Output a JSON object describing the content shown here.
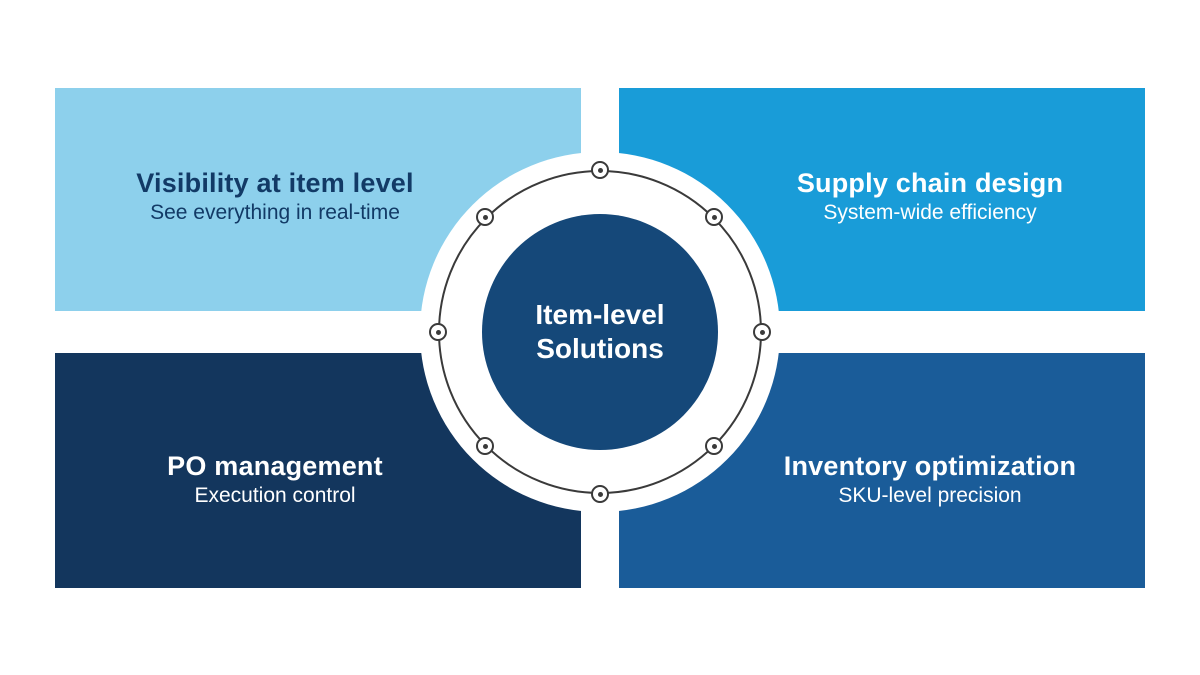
{
  "center": {
    "label_line1": "Item-level",
    "label_line2": "Solutions"
  },
  "quadrants": {
    "top_left": {
      "title": "Visibility at item level",
      "subtitle": "See everything in real-time"
    },
    "top_right": {
      "title": "Supply chain design",
      "subtitle": "System-wide efficiency"
    },
    "bottom_left": {
      "title": "PO management",
      "subtitle": "Execution control"
    },
    "bottom_right": {
      "title": "Inventory optimization",
      "subtitle": "SKU-level precision"
    }
  },
  "icons": {
    "ring_nodes": "target-dot-icon",
    "ring_node_count": 8
  },
  "colors": {
    "top_left_bg": "#8DD0EC",
    "top_right_bg": "#199CD8",
    "bottom_left_bg": "#13365D",
    "bottom_right_bg": "#1A5C99",
    "center_circle": "#154879",
    "heading_navy": "#123A66",
    "ring_line": "#3A3A3A",
    "white": "#FFFFFF",
    "background": "#FFFFFF"
  }
}
